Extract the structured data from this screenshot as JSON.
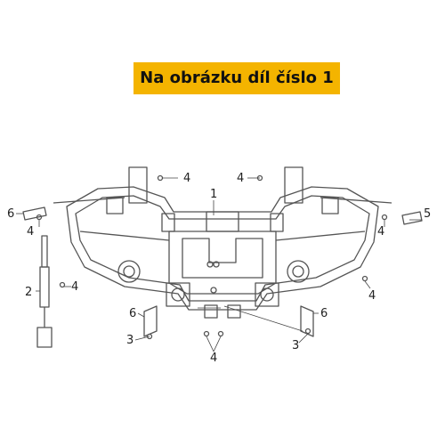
{
  "banner": {
    "text": "Na obrázku díl číslo 1",
    "color": "#f4b400"
  },
  "diagram": {
    "parts": [
      {
        "id": "label-1",
        "text": "1"
      },
      {
        "id": "label-2",
        "text": "2"
      },
      {
        "id": "label-3a",
        "text": "3"
      },
      {
        "id": "label-3b",
        "text": "3"
      },
      {
        "id": "label-4a",
        "text": "4"
      },
      {
        "id": "label-4b",
        "text": "4"
      },
      {
        "id": "label-4c",
        "text": "4"
      },
      {
        "id": "label-4d",
        "text": "4"
      },
      {
        "id": "label-4e",
        "text": "4"
      },
      {
        "id": "label-4f",
        "text": "4"
      },
      {
        "id": "label-4g",
        "text": "4"
      },
      {
        "id": "label-5",
        "text": "5"
      },
      {
        "id": "label-6a",
        "text": "6"
      },
      {
        "id": "label-6b",
        "text": "6"
      },
      {
        "id": "label-6c",
        "text": "6"
      }
    ]
  }
}
